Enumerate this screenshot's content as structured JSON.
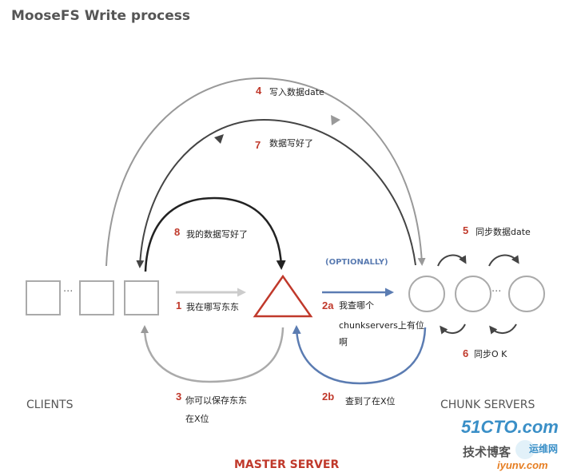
{
  "title": "MooseFS Write process",
  "sections": {
    "clients": "CLIENTS",
    "chunk_servers": "CHUNK SERVERS",
    "master_server": "MASTER SERVER"
  },
  "optional_label": "(OPTIONALLY)",
  "ellipsis": "···",
  "steps": {
    "s1": {
      "num": "1",
      "text": "我在哪写东东"
    },
    "s2a": {
      "num": "2a",
      "text_l1": "我查哪个",
      "text_l2": "chunkservers上有位",
      "text_l3": "啊"
    },
    "s2b": {
      "num": "2b",
      "text": "查到了在X位"
    },
    "s3": {
      "num": "3",
      "text_l1": "你可以保存东东",
      "text_l2": "在X位"
    },
    "s4": {
      "num": "4",
      "text": "写入数据date"
    },
    "s5": {
      "num": "5",
      "text": "同步数据date"
    },
    "s6": {
      "num": "6",
      "text": "同步O K"
    },
    "s7": {
      "num": "7",
      "text": "数据写好了"
    },
    "s8": {
      "num": "8",
      "text": "我的数据写好了"
    }
  },
  "watermark": {
    "site": "51CTO.com",
    "sub": "技术博客",
    "brand": "运维网",
    "url": "iyunv.com"
  },
  "colors": {
    "red": "#c0392b",
    "blue": "#5b7cb2",
    "gray": "#999999",
    "light_gray": "#cccccc",
    "dark": "#333333"
  }
}
